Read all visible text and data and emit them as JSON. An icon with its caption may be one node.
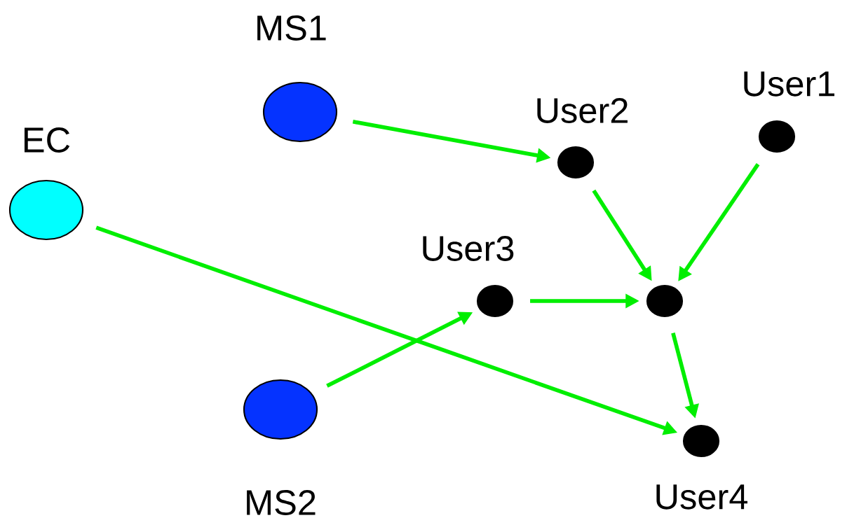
{
  "diagram": {
    "nodes": [
      {
        "text": [
          "MS1"
        ]
      },
      {
        "text": [
          "User1"
        ]
      },
      {
        "text": [
          "User2"
        ]
      },
      {
        "text": [
          "EC"
        ]
      },
      {
        "text": [
          "User3"
        ]
      },
      {
        "text": [],
        "shape": "circle"
      },
      {
        "text": [
          "MS2"
        ]
      },
      {
        "text": [
          "User4"
        ]
      }
    ],
    "edges": [
      {
        "from": 0,
        "to": 2,
        "arrow": "to"
      },
      {
        "from": 2,
        "to": 5,
        "arrow": "to"
      },
      {
        "from": 1,
        "to": 5,
        "arrow": "to"
      },
      {
        "from": 4,
        "to": 5,
        "arrow": "to"
      },
      {
        "from": 6,
        "to": 4,
        "arrow": "to"
      },
      {
        "from": 3,
        "to": 7,
        "arrow": "to"
      },
      {
        "from": 5,
        "to": 7,
        "arrow": "to"
      }
    ]
  }
}
